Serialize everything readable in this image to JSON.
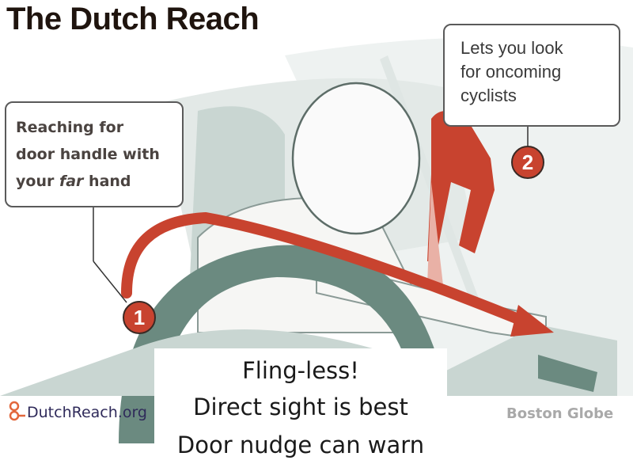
{
  "title": "The Dutch Reach",
  "callouts": [
    {
      "number": "1",
      "line1": "Reaching for",
      "line2": "door handle with",
      "line3_pre": "your ",
      "line3_em": "far",
      "line3_post": " hand"
    },
    {
      "number": "2",
      "line1": "Lets you look",
      "line2": "for oncoming",
      "line3": "cyclists"
    }
  ],
  "slogan": [
    "Fling-less!",
    "Direct sight is best",
    "Door nudge can warn"
  ],
  "credit": "Boston Globe",
  "logo": {
    "text": "DutchReach.org",
    "icon": "person-key-icon"
  },
  "colors": {
    "accent_red": "#c8432f",
    "vehicle_green": "#6b8a80",
    "light_green": "#c9d6d2",
    "title": "#1f140e"
  }
}
